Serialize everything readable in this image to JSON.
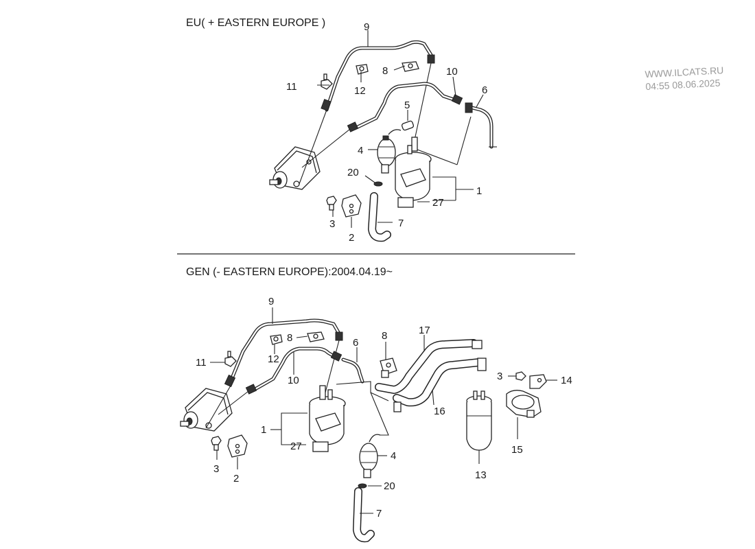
{
  "watermark": {
    "site": "WWW.ILCATS.RU",
    "timestamp": "04:55 08.06.2025"
  },
  "sections": [
    {
      "title": "EU( + EASTERN EUROPE )"
    },
    {
      "title": "GEN (- EASTERN EUROPE):2004.04.19~"
    }
  ],
  "top_callouts": [
    "9",
    "8",
    "10",
    "6",
    "11",
    "12",
    "5",
    "4",
    "20",
    "1",
    "27",
    "3",
    "7",
    "2"
  ],
  "bottom_callouts": [
    "9",
    "8",
    "8",
    "17",
    "6",
    "11",
    "12",
    "10",
    "3",
    "14",
    "1",
    "4",
    "16",
    "27",
    "20",
    "15",
    "13",
    "3",
    "2",
    "7"
  ]
}
